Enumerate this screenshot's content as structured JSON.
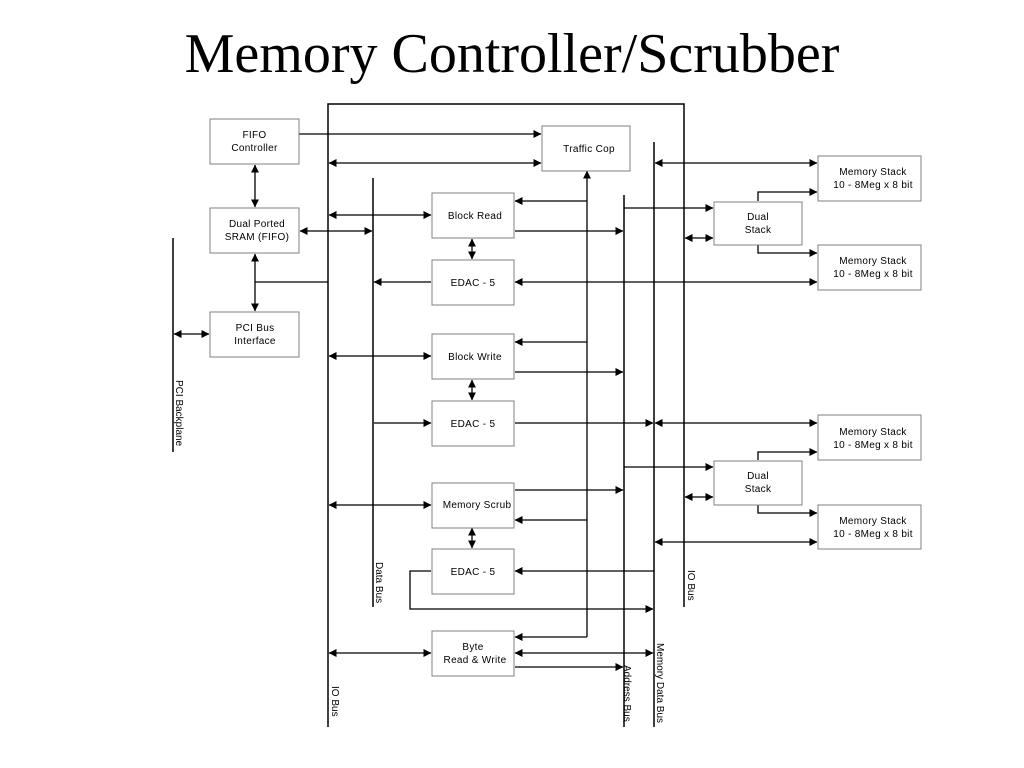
{
  "title": "Memory Controller/Scrubber",
  "blocks": {
    "fifo_controller": [
      "FIFO",
      "Controller"
    ],
    "dual_ported_sram": [
      "Dual Ported",
      "SRAM (FIFO)"
    ],
    "pci_bus_interface": [
      "PCI Bus",
      "Interface"
    ],
    "traffic_cop": "Traffic Cop",
    "block_read": "Block Read",
    "edac_1": "EDAC - 5",
    "block_write": "Block Write",
    "edac_2": "EDAC - 5",
    "memory_scrub": "Memory Scrub",
    "edac_3": "EDAC - 5",
    "byte_read_write": [
      "Byte",
      "Read & Write"
    ],
    "dual_stack_1": [
      "Dual",
      "Stack"
    ],
    "dual_stack_2": [
      "Dual",
      "Stack"
    ],
    "memory_stack_1": [
      "Memory Stack",
      "10 - 8Meg x 8 bit"
    ],
    "memory_stack_2": [
      "Memory Stack",
      "10 - 8Meg x 8 bit"
    ],
    "memory_stack_3": [
      "Memory Stack",
      "10 - 8Meg x 8 bit"
    ],
    "memory_stack_4": [
      "Memory Stack",
      "10 - 8Meg x 8 bit"
    ]
  },
  "buses": {
    "pci_backplane": "PCI Backplane",
    "data_bus": "Data Bus",
    "io_bus_left": "IO Bus",
    "address_bus": "Address Bus",
    "memory_data_bus": "Memory Data Bus",
    "io_bus_right": "IO Bus"
  }
}
